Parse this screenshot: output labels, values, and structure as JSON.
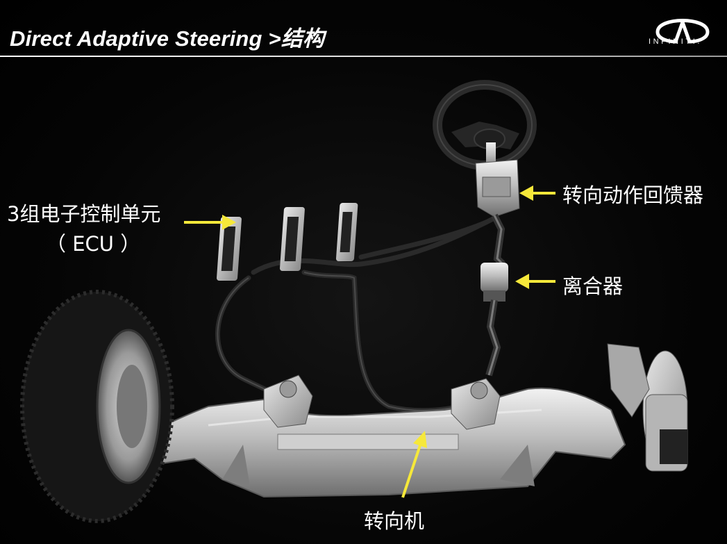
{
  "header": {
    "title": "Direct Adaptive Steering >结构",
    "brand": "INFINITI."
  },
  "labels": {
    "ecu_line1": "3组电子控制单元",
    "ecu_line2": "（ ECU ）",
    "feedback": "转向动作回馈器",
    "clutch": "离合器",
    "steering_gear": "转向机"
  },
  "colors": {
    "arrow": "#f6e83a",
    "background": "#000000",
    "text": "#ffffff"
  },
  "icons": {
    "brand": "infiniti-logo-icon"
  }
}
